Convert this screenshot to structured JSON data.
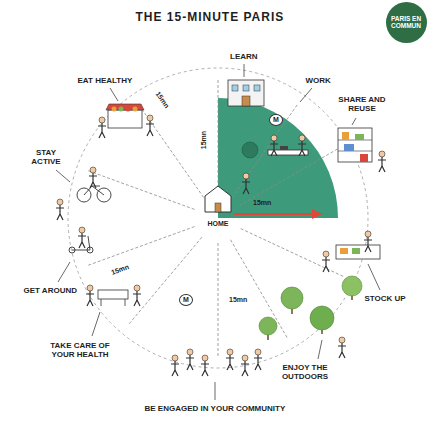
{
  "diagram": {
    "title": "THE 15-MINUTE PARIS",
    "nodes": [
      {
        "text": [
          "PARIS EN COMMUN"
        ]
      }
    ],
    "labels": [
      "EAT HEALTHY",
      "LEARN",
      "WORK",
      "SHARE AND REUSE",
      "STAY ACTIVE",
      "15mn",
      "15mn",
      "HOME",
      "15mn",
      "GET AROUND",
      "TAKE CARE OF YOUR HEALTH",
      "15mn",
      "STOCK UP",
      "15mn",
      "ENJOY THE OUTDOORS",
      "BE ENGAGED IN YOUR COMMUNITY",
      "M",
      "M"
    ]
  }
}
